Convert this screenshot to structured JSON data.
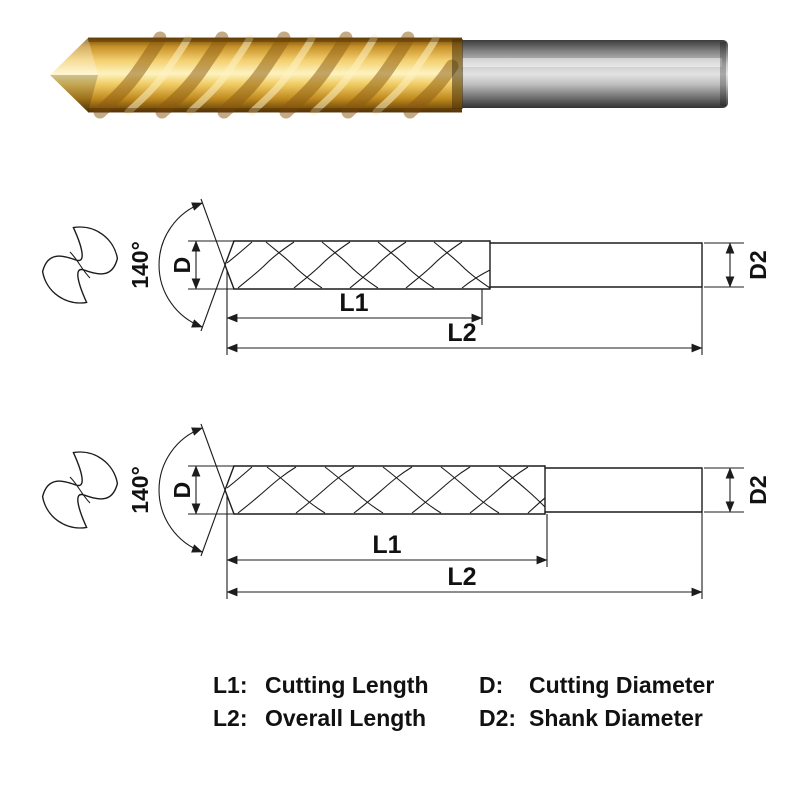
{
  "figure": {
    "labels": {
      "point_angle": "140°",
      "cutting_diameter": "D",
      "cutting_length": "L1",
      "overall_length": "L2",
      "shank_diameter": "D2"
    },
    "legend": {
      "items": [
        {
          "key": "L1:",
          "value": "Cutting Length"
        },
        {
          "key": "D:",
          "value": "Cutting Diameter"
        },
        {
          "key": "L2:",
          "value": "Overall Length"
        },
        {
          "key": "D2:",
          "value": "Shank Diameter"
        }
      ]
    },
    "colors": {
      "flute_gold": "#e0a92e",
      "gold_dark": "#8a5a10",
      "shank_gray": "#b5b5b5",
      "line": "#1c1c1c",
      "background": "#ffffff"
    }
  }
}
